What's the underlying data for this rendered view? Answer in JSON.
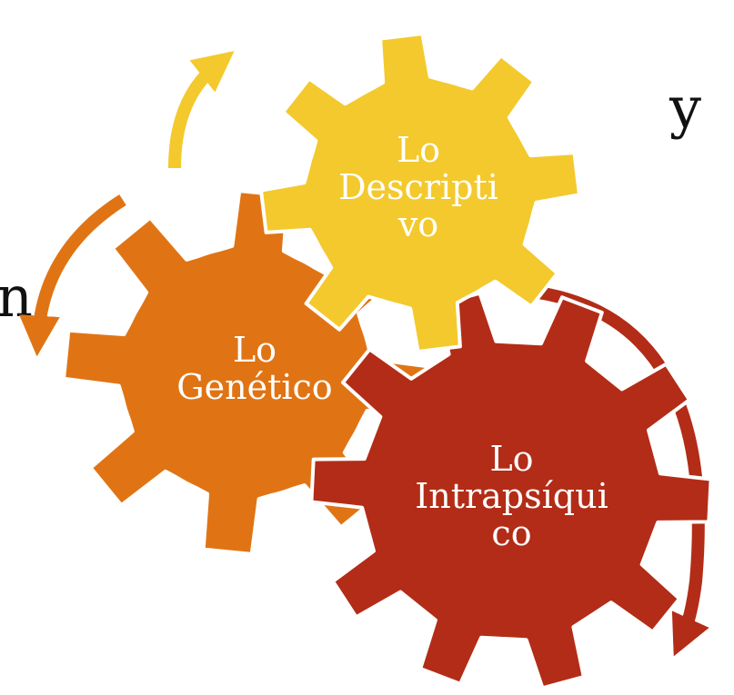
{
  "heading_fragment": {
    "line1": "y",
    "line2": "n."
  },
  "gears": [
    {
      "id": "descriptivo",
      "lines": [
        "Lo",
        "Descripti",
        "vo"
      ],
      "color": "#f3c92d"
    },
    {
      "id": "genetico",
      "lines": [
        "Lo",
        "Genético"
      ],
      "color": "#e07414"
    },
    {
      "id": "intrapsiquico",
      "lines": [
        "Lo",
        "Intrapsíqui",
        "co"
      ],
      "color": "#b32c17"
    }
  ],
  "arrow_colors": {
    "yellow": "#f3c92d",
    "orange": "#e07414",
    "red": "#b32c17"
  }
}
